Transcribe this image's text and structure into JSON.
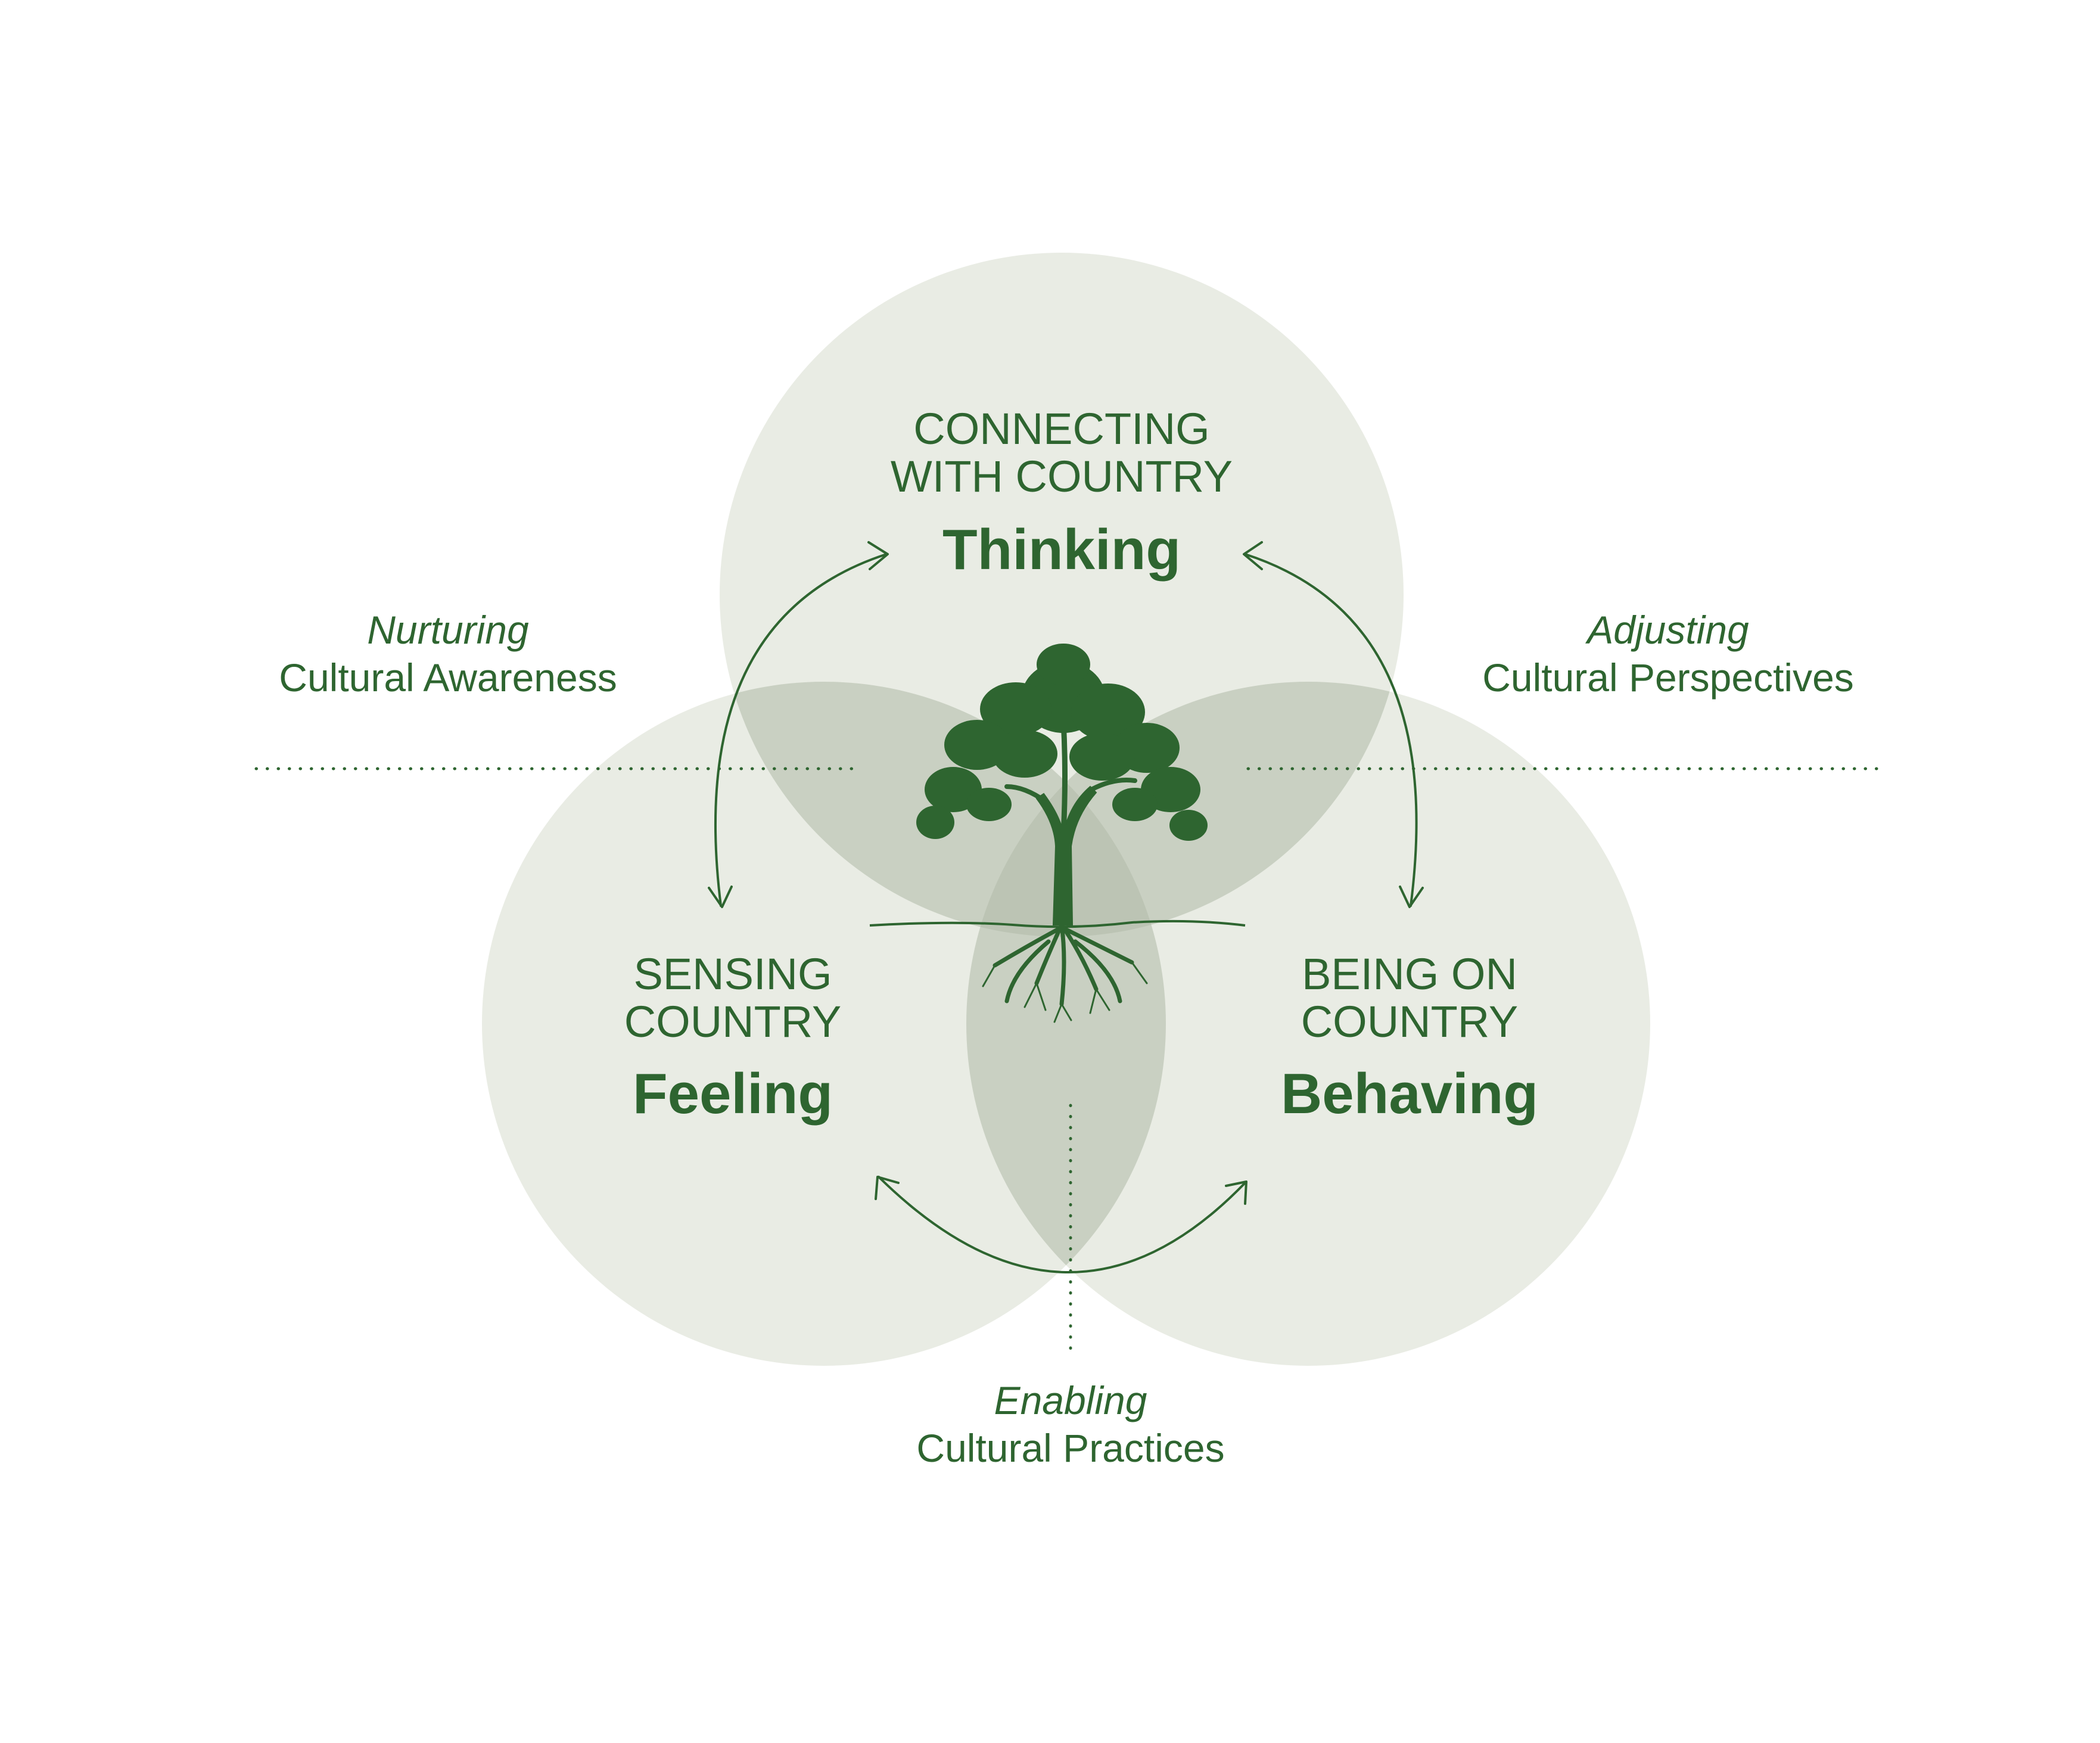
{
  "colors": {
    "ink": "#2e6530",
    "circle": "#e9ece4",
    "overlap": "#c9d0c2",
    "background": "#ffffff"
  },
  "top_circle": {
    "line1": "CONNECTING",
    "line2": "WITH COUNTRY",
    "word": "Thinking"
  },
  "left_circle": {
    "line1": "SENSING",
    "line2": "COUNTRY",
    "word": "Feeling"
  },
  "right_circle": {
    "line1": "BEING ON",
    "line2": "COUNTRY",
    "word": "Behaving"
  },
  "connectors": {
    "left": {
      "verb": "Nurturing",
      "phrase": "Cultural Awareness"
    },
    "right": {
      "verb": "Adjusting",
      "phrase": "Cultural Perspectives"
    },
    "bottom": {
      "verb": "Enabling",
      "phrase": "Cultural Practices"
    }
  },
  "center_icon": "tree-with-roots-icon"
}
